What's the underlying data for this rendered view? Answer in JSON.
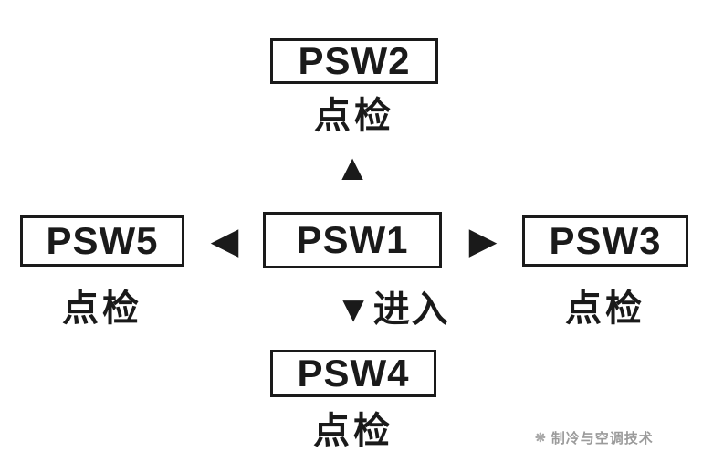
{
  "diagram": {
    "nodes": {
      "top": {
        "label": "PSW2",
        "caption": "点检"
      },
      "left": {
        "label": "PSW5",
        "caption": "点检"
      },
      "center": {
        "label": "PSW1"
      },
      "right": {
        "label": "PSW3",
        "caption": "点检"
      },
      "bottom": {
        "label": "PSW4",
        "caption": "点检"
      }
    },
    "arrows": {
      "up": "▲",
      "down": "▼",
      "left": "◀",
      "right": "▶"
    },
    "enter_label": "进入"
  },
  "watermark": {
    "icon": "❋",
    "text": "制冷与空调技术"
  },
  "colors": {
    "ink": "#1a1a1a",
    "watermark": "#9b9b9b",
    "background": "#ffffff"
  }
}
